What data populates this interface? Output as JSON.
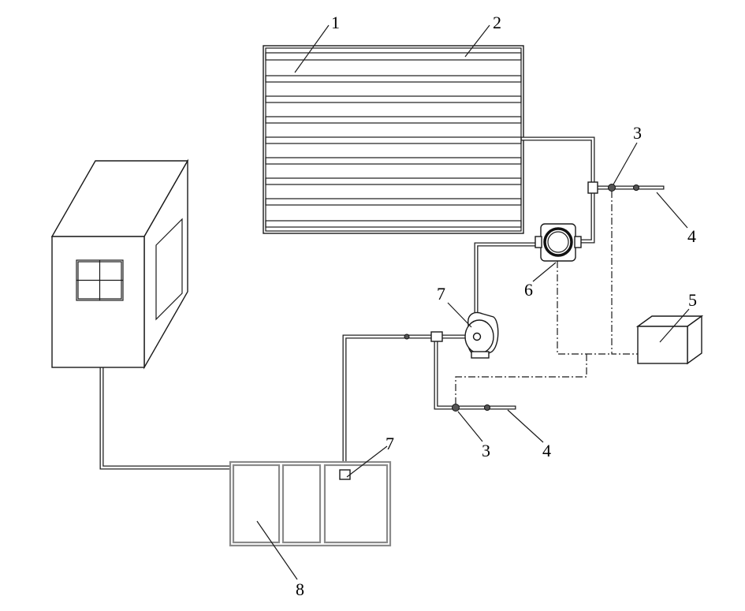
{
  "callouts": [
    {
      "id": "c1",
      "label": "1"
    },
    {
      "id": "c2",
      "label": "2"
    },
    {
      "id": "c3a",
      "label": "3"
    },
    {
      "id": "c4a",
      "label": "4"
    },
    {
      "id": "c5",
      "label": "5"
    },
    {
      "id": "c6",
      "label": "6"
    },
    {
      "id": "c7a",
      "label": "7"
    },
    {
      "id": "c7b",
      "label": "7"
    },
    {
      "id": "c3b",
      "label": "3"
    },
    {
      "id": "c4b",
      "label": "4"
    },
    {
      "id": "c8",
      "label": "8"
    }
  ],
  "components": {
    "collector_panel": {
      "tube_count": 8,
      "icon": "solar-collector-panel"
    },
    "building": {
      "icon": "house-box"
    },
    "tank": {
      "compartments": 3,
      "icon": "water-tank"
    },
    "controller": {
      "icon": "control-box"
    },
    "upper_pump": {
      "icon": "circulation-pump"
    },
    "lower_pump": {
      "icon": "water-pump"
    }
  }
}
